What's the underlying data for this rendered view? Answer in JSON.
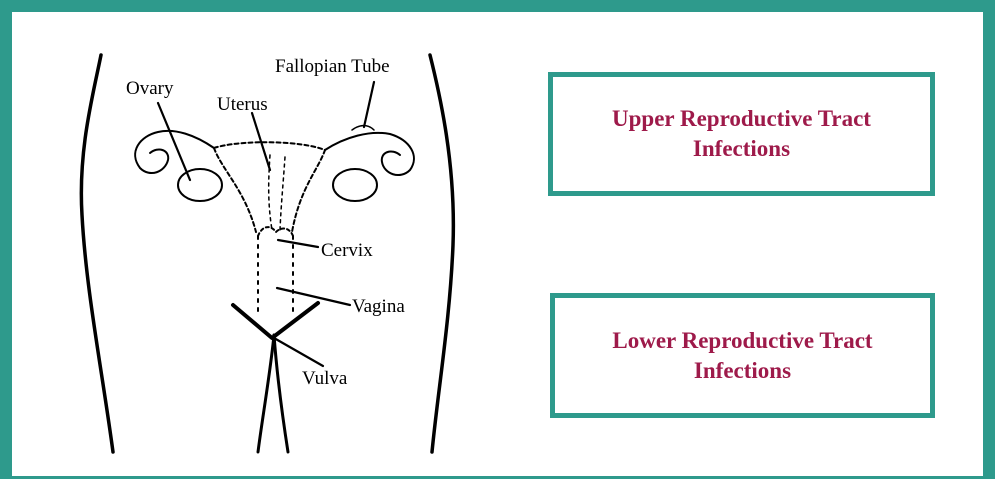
{
  "labels": {
    "fallopian_tube": "Fallopian Tube",
    "ovary": "Ovary",
    "uterus": "Uterus",
    "cervix": "Cervix",
    "vagina": "Vagina",
    "vulva": "Vulva"
  },
  "boxes": {
    "upper": {
      "line1": "Upper Reproductive Tract",
      "line2": "Infections"
    },
    "lower": {
      "line1": "Lower Reproductive Tract",
      "line2": "Infections"
    }
  },
  "colors": {
    "frame": "#2e9a8c",
    "box_text": "#9e1a4a"
  }
}
